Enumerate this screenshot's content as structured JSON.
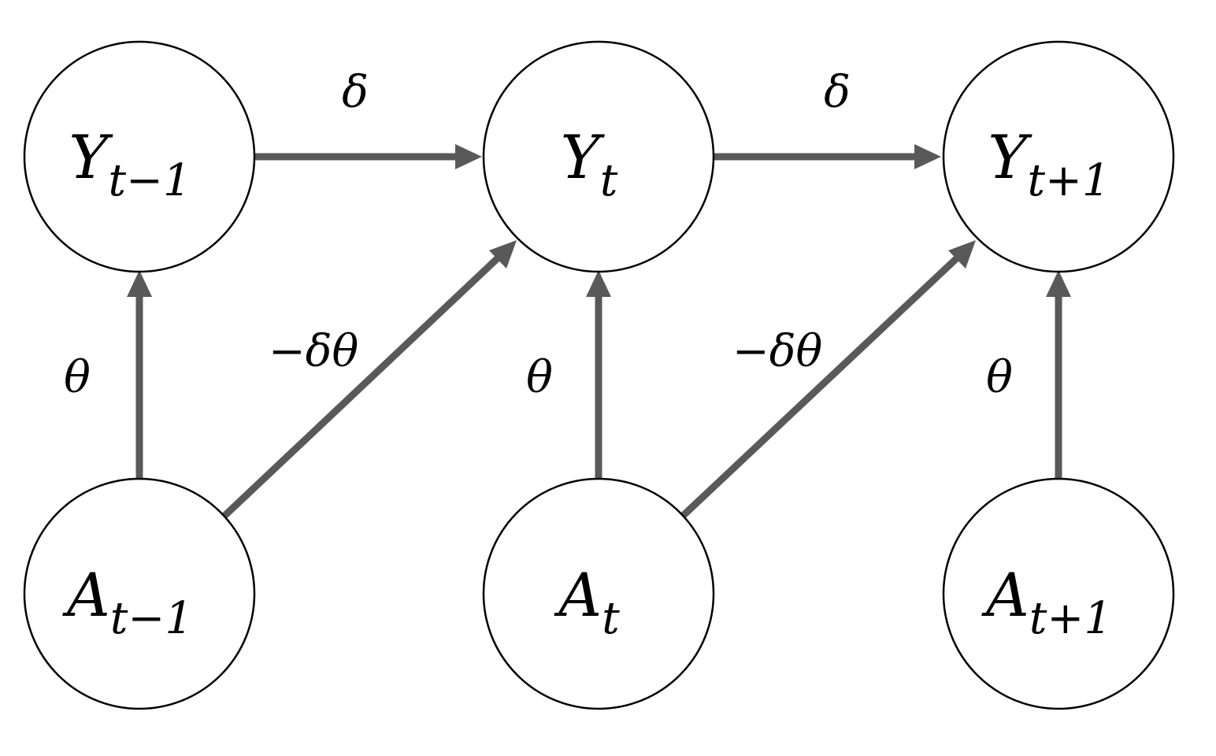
{
  "diagram": {
    "nodes": {
      "y_prev": {
        "symbol": "Y",
        "subscript": "t−1"
      },
      "y_curr": {
        "symbol": "Y",
        "subscript": "t"
      },
      "y_next": {
        "symbol": "Y",
        "subscript": "t+1"
      },
      "a_prev": {
        "symbol": "A",
        "subscript": "t−1"
      },
      "a_curr": {
        "symbol": "A",
        "subscript": "t"
      },
      "a_next": {
        "symbol": "A",
        "subscript": "t+1"
      }
    },
    "edges": [
      {
        "from": "y_prev",
        "to": "y_curr",
        "label": "δ"
      },
      {
        "from": "y_curr",
        "to": "y_next",
        "label": "δ"
      },
      {
        "from": "a_prev",
        "to": "y_prev",
        "label": "θ"
      },
      {
        "from": "a_curr",
        "to": "y_curr",
        "label": "θ"
      },
      {
        "from": "a_next",
        "to": "y_next",
        "label": "θ"
      },
      {
        "from": "a_prev",
        "to": "y_curr",
        "label": "−δθ"
      },
      {
        "from": "a_curr",
        "to": "y_next",
        "label": "−δθ"
      }
    ],
    "colors": {
      "edge": "#595959",
      "node_stroke": "#000000",
      "node_fill": "#ffffff",
      "text": "#000000"
    }
  }
}
